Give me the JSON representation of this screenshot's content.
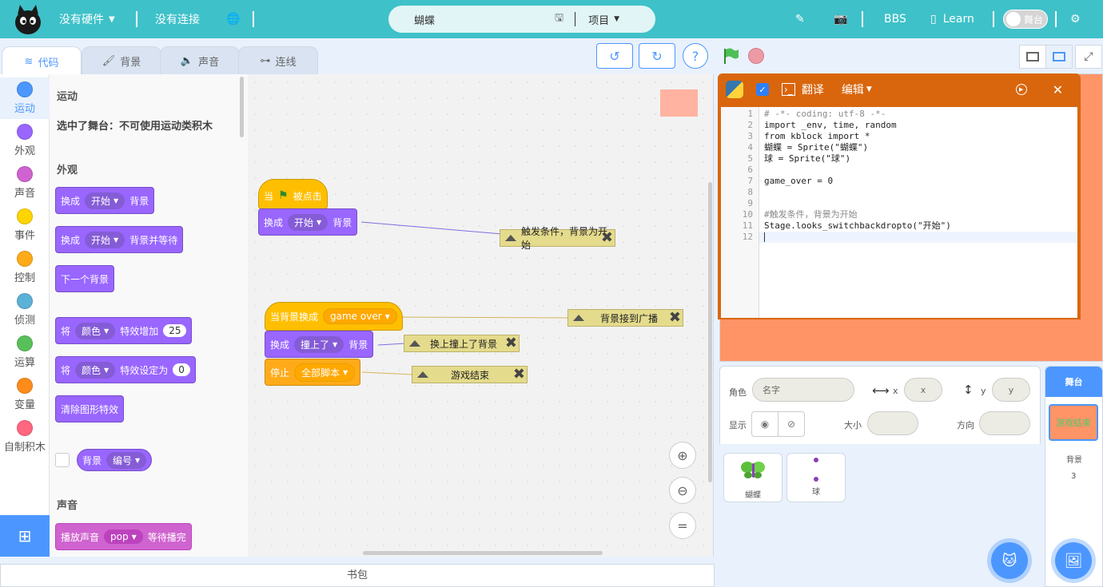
{
  "topbar": {
    "hardware": "没有硬件",
    "connection": "没有连接",
    "project_name": "蝴蝶",
    "project_menu": "项目",
    "bbs": "BBS",
    "learn": "Learn",
    "stage_toggle": "舞台"
  },
  "tabs": {
    "code": "代码",
    "backdrop": "背景",
    "sound": "声音",
    "wiring": "连线"
  },
  "categories": [
    {
      "label": "运动",
      "color": "#4c97ff"
    },
    {
      "label": "外观",
      "color": "#9966ff"
    },
    {
      "label": "声音",
      "color": "#cf63cf"
    },
    {
      "label": "事件",
      "color": "#ffd500"
    },
    {
      "label": "控制",
      "color": "#ffab19"
    },
    {
      "label": "侦测",
      "color": "#5cb1d6"
    },
    {
      "label": "运算",
      "color": "#59c059"
    },
    {
      "label": "变量",
      "color": "#ff8c1a"
    },
    {
      "label": "自制积木",
      "color": "#ff6680"
    }
  ],
  "palette": {
    "motion_title": "运动",
    "motion_note": "选中了舞台：不可使用运动类积木",
    "looks_title": "外观",
    "sound_title": "声音",
    "switch_backdrop": {
      "a": "换成",
      "val": "开始",
      "b": "背景"
    },
    "switch_backdrop_wait": {
      "a": "换成",
      "val": "开始",
      "b": "背景并等待"
    },
    "next_backdrop": "下一个背景",
    "change_effect": {
      "a": "将",
      "val": "颜色",
      "b": "特效增加",
      "num": "25"
    },
    "set_effect": {
      "a": "将",
      "val": "颜色",
      "b": "特效设定为",
      "num": "0"
    },
    "clear_effects": "清除图形特效",
    "backdrop_reporter": {
      "a": "背景",
      "val": "编号"
    },
    "play_sound": {
      "a": "播放声音",
      "val": "pop",
      "b": "等待播完"
    }
  },
  "script": {
    "hat1": {
      "a": "当",
      "b": "被点击"
    },
    "s1": {
      "a": "换成",
      "val": "开始",
      "b": "背景"
    },
    "c1": "触发条件，背景为开始",
    "hat2": {
      "a": "当背景换成",
      "val": "game over"
    },
    "c2": "背景接到广播",
    "s2": {
      "a": "换成",
      "val": "撞上了",
      "b": "背景"
    },
    "c3": "换上撞上了背景",
    "s3": {
      "a": "停止",
      "val": "全部脚本"
    },
    "c4": "游戏结束",
    "zoom_reset": "="
  },
  "backpack": "书包",
  "python": {
    "translate": "翻译",
    "edit": "编辑",
    "lines": [
      {
        "n": "1",
        "code": "# -*- coding: utf-8 -*-"
      },
      {
        "n": "2",
        "code": "import _env, time, random"
      },
      {
        "n": "3",
        "code": "from kblock import *"
      },
      {
        "n": "4",
        "code": "蝴蝶 = Sprite(\"蝴蝶\")"
      },
      {
        "n": "5",
        "code": "球 = Sprite(\"球\")"
      },
      {
        "n": "6",
        "code": ""
      },
      {
        "n": "7",
        "code": "game_over = 0"
      },
      {
        "n": "8",
        "code": ""
      },
      {
        "n": "9",
        "code": ""
      },
      {
        "n": "10",
        "code": "#触发条件，背景为开始"
      },
      {
        "n": "11",
        "code": "Stage.looks_switchbackdropto(\"开始\")"
      },
      {
        "n": "12",
        "code": ""
      }
    ]
  },
  "sprite_info": {
    "role_label": "角色",
    "name_placeholder": "名字",
    "x_label": "x",
    "x_placeholder": "x",
    "y_label": "y",
    "y_placeholder": "y",
    "show_label": "显示",
    "size_label": "大小",
    "direction_label": "方向"
  },
  "sprites": [
    {
      "name": "蝴蝶"
    },
    {
      "name": "球"
    }
  ],
  "stage_panel": {
    "title": "舞台",
    "thumb_text": "游戏结束",
    "backdrop_label": "背景",
    "backdrop_count": "3"
  }
}
